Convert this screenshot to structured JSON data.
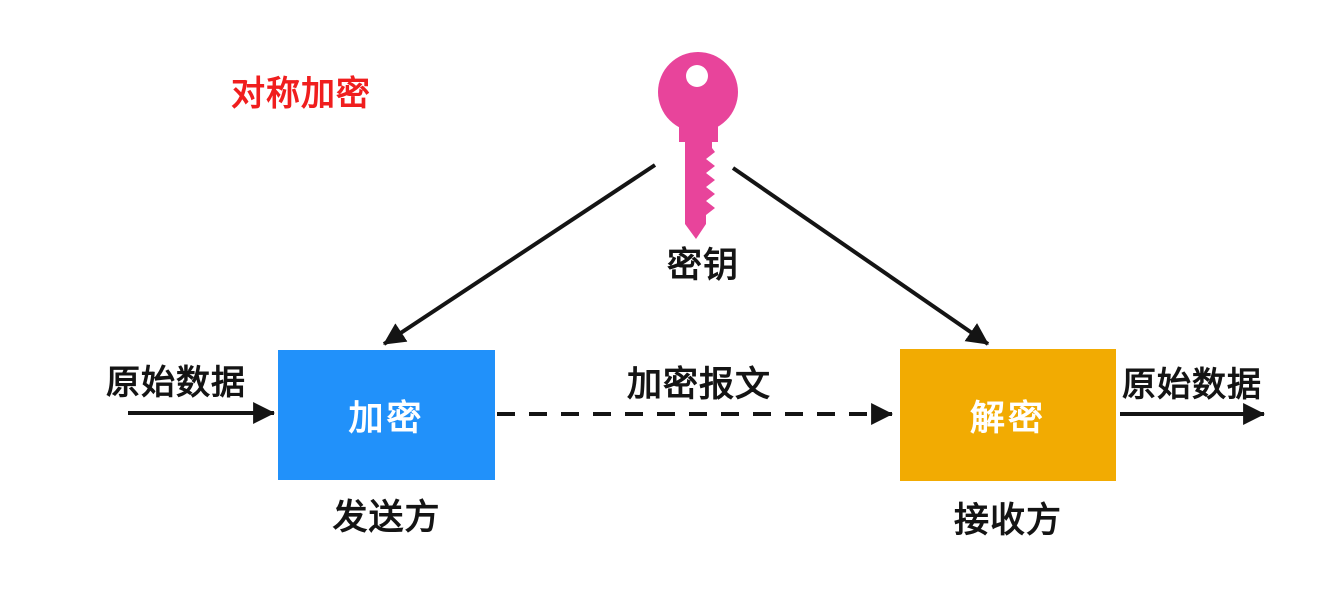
{
  "title": "对称加密",
  "key": {
    "icon": "key-icon",
    "label": "密钥",
    "color": "#E8449B"
  },
  "sender": {
    "box_label": "加密",
    "role_label": "发送方",
    "box_color": "#2191FA"
  },
  "receiver": {
    "box_label": "解密",
    "role_label": "接收方",
    "box_color": "#F2AB02"
  },
  "flows": {
    "input_label": "原始数据",
    "message_label": "加密报文",
    "output_label": "原始数据"
  },
  "colors": {
    "title": "#F01E1E",
    "key": "#E8449B",
    "sender_box": "#2191FA",
    "receiver_box": "#F2AB02",
    "arrow": "#141414"
  }
}
